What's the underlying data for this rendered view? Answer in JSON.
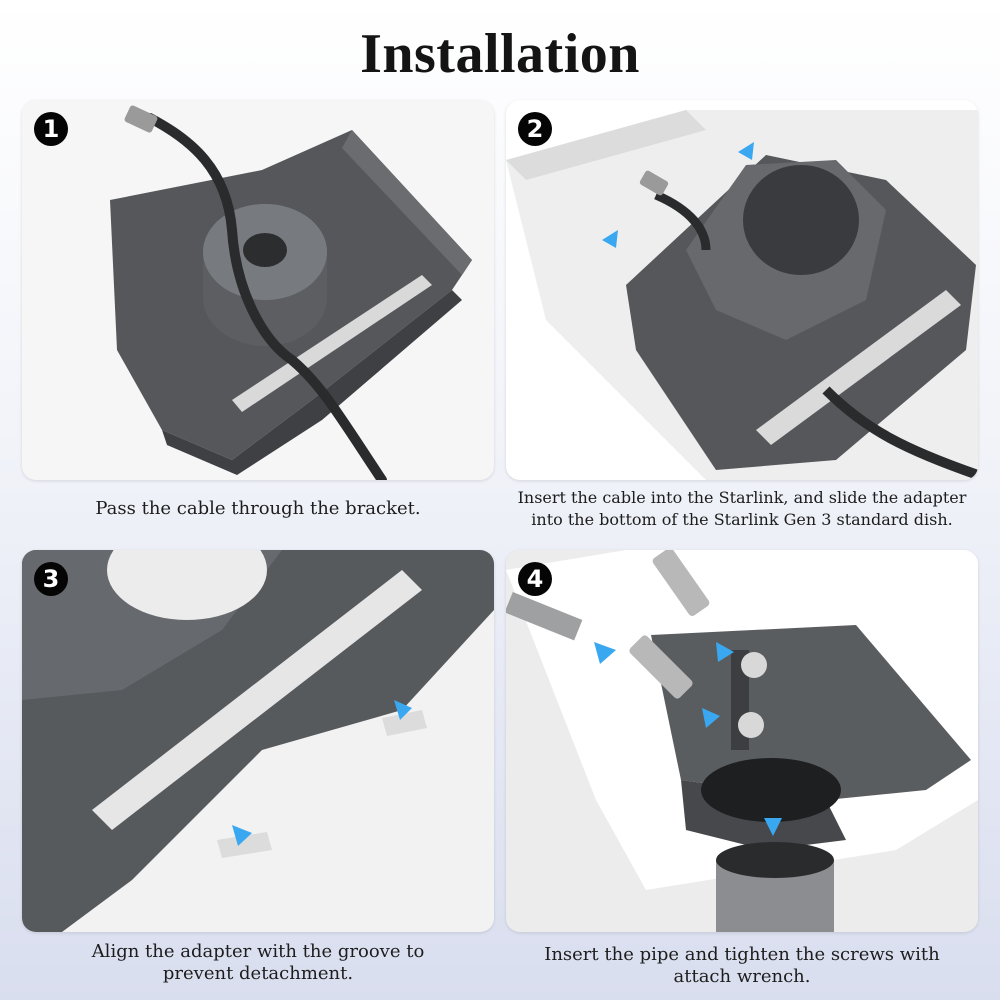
{
  "title": "Installation",
  "steps": [
    {
      "number": "1",
      "caption": "Pass the cable through the bracket."
    },
    {
      "number": "2",
      "caption_line1": "Insert the cable into the Starlink, and slide the adapter",
      "caption_line2": "into the bottom of the Starlink Gen 3 standard dish."
    },
    {
      "number": "3",
      "caption_line1": "Align the adapter with the groove to",
      "caption_line2": "prevent detachment."
    },
    {
      "number": "4",
      "caption_line1": "Insert the pipe and tighten the screws with",
      "caption_line2": "attach wrench."
    }
  ],
  "colors": {
    "bracket": "#505255",
    "arrow": "#3aa8f0",
    "background_top": "#ffffff",
    "background_bottom": "#d9deef"
  }
}
